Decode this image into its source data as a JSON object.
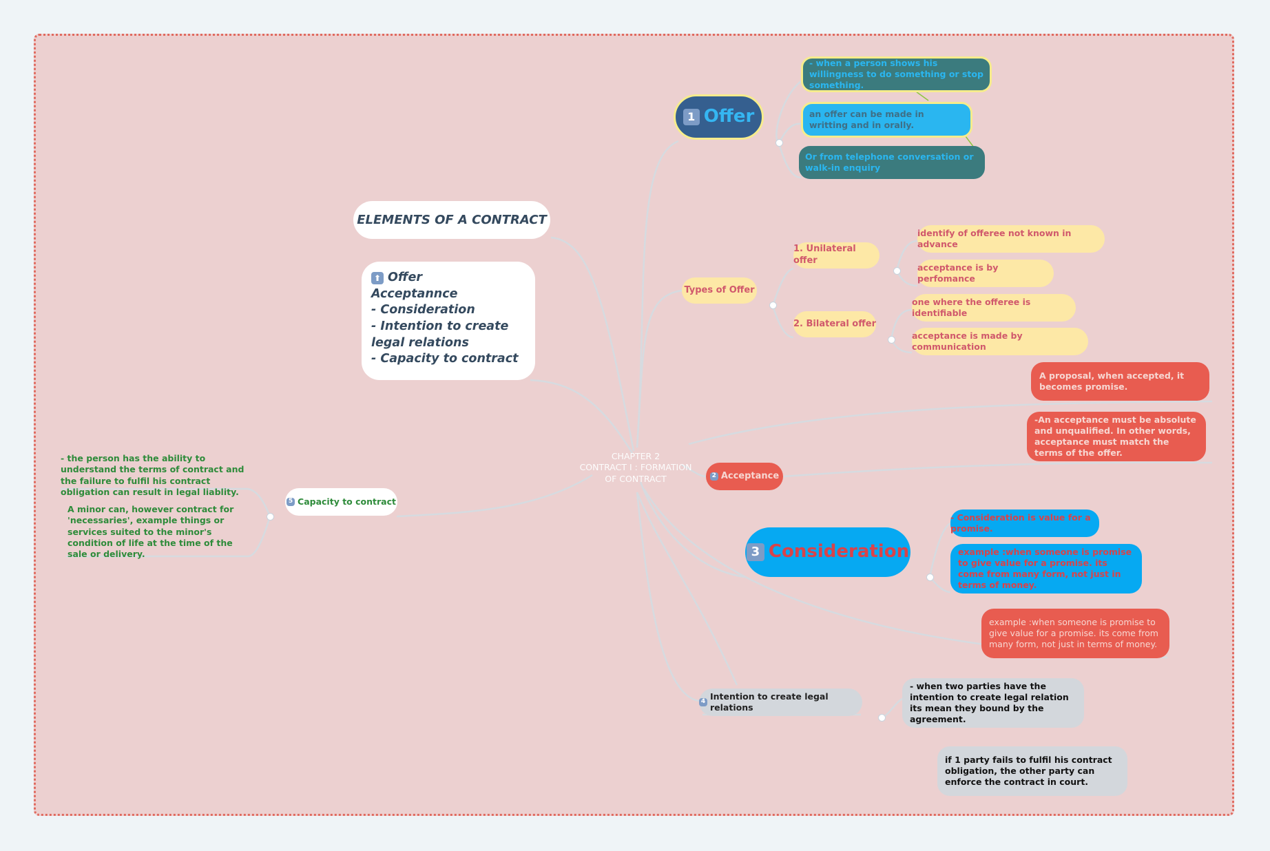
{
  "center": {
    "title": "CHAPTER 2\nCONTRACT I : FORMATION OF CONTRACT"
  },
  "elements": {
    "heading": "ELEMENTS OF A CONTRACT",
    "list_icon": "arrow-up-emoji-icon",
    "list_lines": [
      "Offer",
      "Acceptannce",
      "- Consideration",
      "- Intention to create legal relations",
      "- Capacity to contract"
    ]
  },
  "offer": {
    "badge": "1",
    "title": "Offer",
    "details": [
      "- when a person shows his willingness to do something or stop something.",
      "an offer can be made in writting and in orally.",
      "Or from telephone conversation or walk-in enquiry"
    ]
  },
  "types_of_offer": {
    "title": "Types of Offer",
    "unilateral": {
      "title": "1. Unilateral offer",
      "points": [
        "identify of  offeree not known  in advance",
        "acceptance is by perfomance"
      ]
    },
    "bilateral": {
      "title": "2. Bilateral offer",
      "points": [
        "one where the offeree is identifiable",
        "acceptance is made by communication"
      ]
    }
  },
  "acceptance": {
    "badge": "2",
    "title": "Acceptance",
    "details": [
      "A proposal, when accepted, it becomes promise.",
      "-An acceptance must be absolute and unqualified. In other words, acceptance must match the terms of the offer."
    ]
  },
  "consideration": {
    "badge": "3",
    "title": "Consideration",
    "details": [
      "- Consideration is value for a promise.",
      "example :when someone is promise to give value for a promise. its come from many form, not just in terms of money."
    ],
    "extra": "example :when someone is promise to give value for a promise. its come from many form, not just in terms of money."
  },
  "intention": {
    "badge": "4",
    "title": "Intention to create legal relations",
    "details": [
      "- when two parties have the intention to create legal relation its mean they bound by the agreement.",
      "if 1 party fails to fulfil his contract obligation, the other party can enforce the contract in court."
    ]
  },
  "capacity": {
    "badge": "5",
    "title": "Capacity to contract",
    "details": [
      "- the person has the ability to understand the terms of contract and the failure to fulfil his contract obligation can result in legal liablity.",
      "A minor can, however contract for 'necessaries', example things or services suited to the minor's condition of life at the time of the sale or delivery."
    ]
  },
  "colors": {
    "canvas": "#ecd0d0",
    "offer_main": "#355f8f",
    "offer_detail": "#3b7b7e",
    "offer_detail_alt": "#2ab6f0",
    "highlight_border": "#f6ec8c",
    "yellow_node": "#fde8a6",
    "acceptance": "#e85c50",
    "consideration_blue": "#06a9f2",
    "grey_node": "#d3d7dc",
    "capacity_text": "#2e8b3a"
  }
}
